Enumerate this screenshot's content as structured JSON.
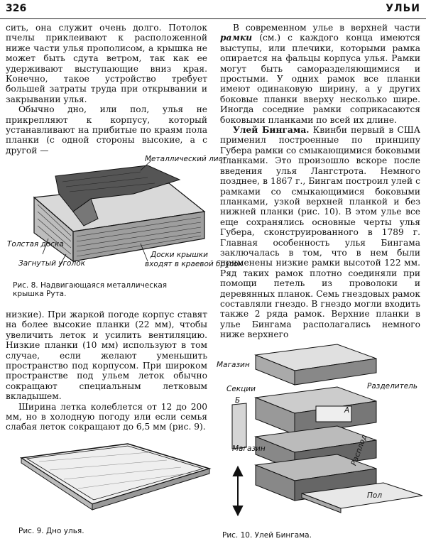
{
  "header": {
    "page_number": "326",
    "running_head": "УЛЬИ"
  },
  "left": {
    "p1": "сить, она служит очень долго. Потолок пчелы приклеивают к расположенной ниже части улья прополисом, а крышка не может быть сдута ветром, так как ее удерживают выступающие вниз края. Конечно, такое устройство требует большей затраты труда при открывании и закрывании улья.",
    "p2": "Обычно дно, или пол, улья не прикрепляют к корпусу, который устанавливают на прибитые по краям пола планки (с одной стороны высокие, а с другой —",
    "fig8": {
      "label_metal": "Металлический лист",
      "label_thick": "Толстая доска",
      "label_bent": "Загнутый уголок",
      "label_boards": "Доски крышки",
      "label_boards2": "входят в краевой брусок",
      "caption": "Рис. 8. Надвигающаяся металлическая крышка Рута."
    },
    "p3": "низкие). При жаркой погоде корпус ставят на более высокие планки (22 мм), чтобы увеличить леток и усилить вентиляцию. Низкие планки (10 мм) используют в том случае, если желают уменьшить пространство под корпусом. При широком пространстве под ульем леток обычно сокращают специальным летковым вкладышем.",
    "p4": "Ширина летка колеблется от 12 до 200 мм, но в холодную погоду или если семья слабая леток сокращают до 6,5 мм (рис. 9).",
    "fig9_caption": "Рис. 9. Дно улья."
  },
  "right": {
    "p1_a": "В современном улье в верхней части ",
    "p1_link": "рамки",
    "p1_b": " (см.) с каждого конца имеются выступы, или плечики, которыми рамка опирается на фальцы корпуса улья. Рамки могут быть саморазделяющимися и простыми. У одних рамок все планки имеют одинаковую ширину, а у других боковые планки вверху несколько шире. Иногда соседние рамки соприкасаются боковыми планками по всей их длине.",
    "p2_head": "Улей Бингама.",
    "p2_body": " Квинби первый в США применил построенные по принципу Губера рамки со смыкающимися боковыми планками. Это произошло вскоре после введения улья Лангстрота. Немного позднее, в 1867 г., Бингам построил улей с рамками со смыкающимися боковыми планками, узкой верхней планкой и без нижней планки (рис. 10). В этом улье все еще сохранялись основные черты улья Губера, сконструированного в 1789 г. Главная особенность улья Бингама заключалась в том, что в нем были применены низкие рамки высотой 122 мм. Ряд таких рамок плотно соединяли при помощи петель из проволоки и деревянных планок. Семь гнездовых рамок составляли гнездо. В гнездо могли входить также 2 ряда рамок. Верхние планки в улье Бингама располагались немного ниже верхнего",
    "fig10": {
      "label_magazin1": "Магазин",
      "label_sections": "Секции",
      "label_b": "Б",
      "label_a": "А",
      "label_divider": "Разделитель",
      "label_magazin2": "Магазин",
      "label_rasplod": "Расплод",
      "label_pol": "Пол",
      "caption": "Рис. 10. Улей Бингама."
    }
  }
}
